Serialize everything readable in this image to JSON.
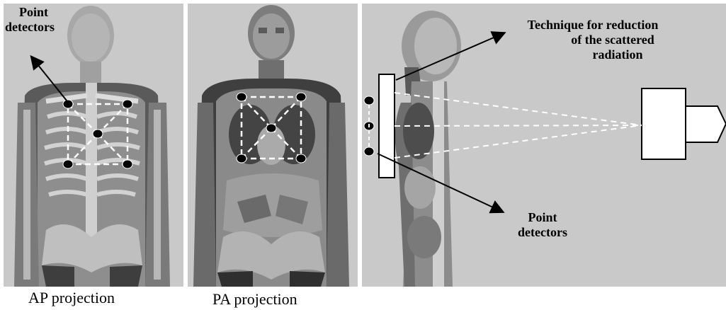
{
  "panels": {
    "ap": {
      "caption": "AP projection",
      "label_line1": "Point",
      "label_line2": "detectors"
    },
    "pa": {
      "caption": "PA projection"
    },
    "lateral": {
      "technique_line1": "Technique for reduction",
      "technique_line2": "of the scattered",
      "technique_line3": "radiation",
      "detectors_line1": "Point",
      "detectors_line2": "detectors"
    }
  },
  "colors": {
    "background": "#c9c9c9",
    "soft_tissue": "#9a9a9a",
    "dark_tissue": "#4a4a4a",
    "bone": "#d8d8d8",
    "detector": "#000000",
    "dashed_line": "#ffffff"
  }
}
